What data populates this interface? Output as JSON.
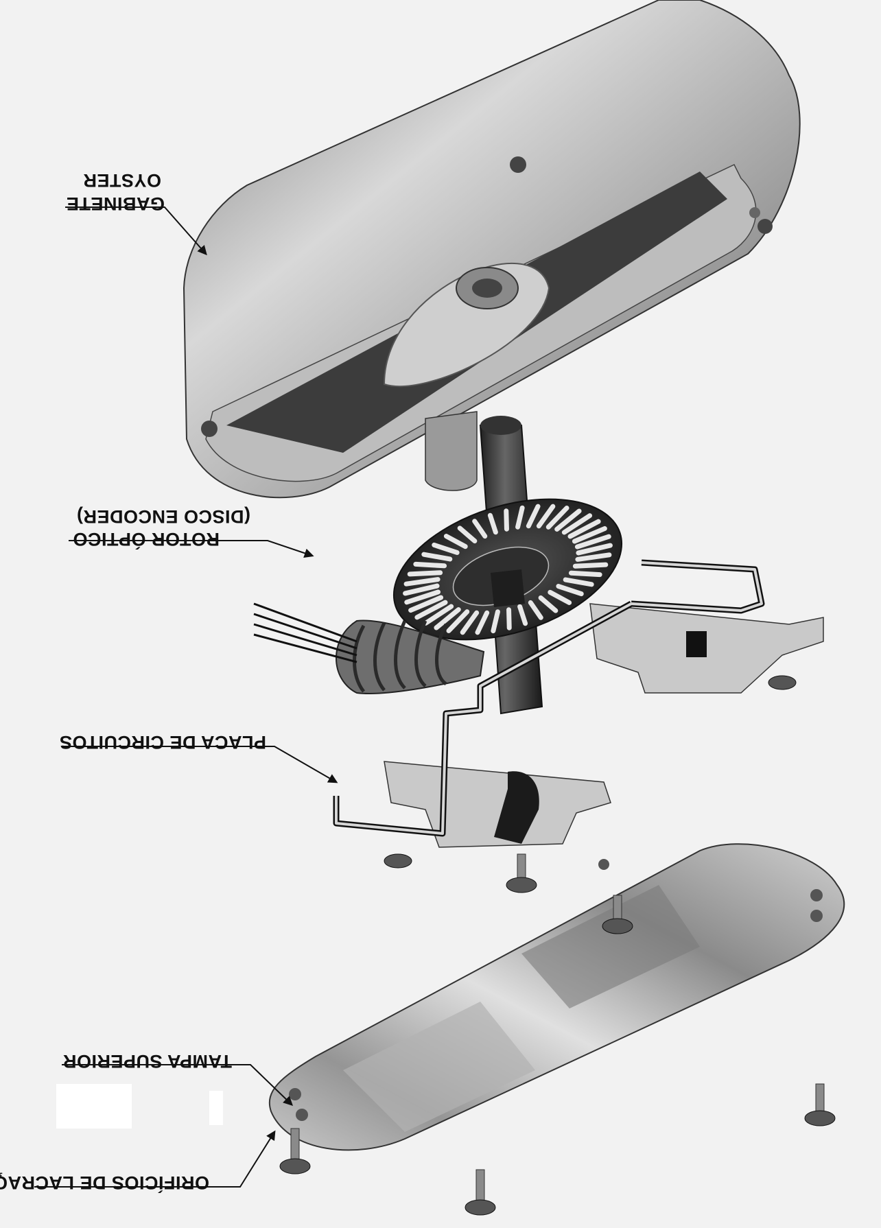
{
  "diagram": {
    "orientation": "rotated-180",
    "labels": {
      "gabinete_line1": "OYSTER",
      "gabinete_line2": "GABINETE",
      "rotor_line1": "(DISCO ENCODER)",
      "rotor_line2": "ROTOR ÓPTICO",
      "placa": "PLACA DE CIRCUITOS",
      "tampa": "TAMPA SUPERIOR",
      "orificios": "ORIFÍCIOS DE LACRAÇÃO"
    },
    "colors": {
      "ink": "#111111",
      "metal_light": "#d9d9d9",
      "metal_mid": "#a8a8a8",
      "metal_dark": "#4a4a4a"
    }
  }
}
